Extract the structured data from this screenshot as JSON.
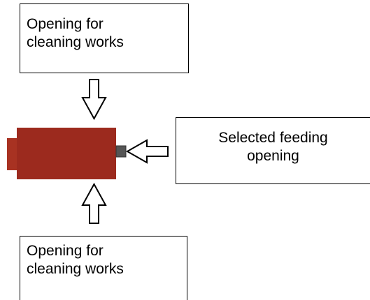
{
  "labels": {
    "top": [
      "Opening for",
      "cleaning works"
    ],
    "right": [
      "Selected feeding",
      "opening"
    ],
    "bottom": [
      "Opening for",
      "cleaning works"
    ]
  },
  "colors": {
    "machine_body": "#9c2a1e",
    "machine_endcap": "#a83222",
    "feed_nozzle": "#555555",
    "arrow_fill": "#ffffff",
    "arrow_stroke": "#000000"
  },
  "icons": {
    "top_arrow": "arrow-down-outline",
    "bottom_arrow": "arrow-up-outline",
    "right_arrow": "arrow-left-outline"
  }
}
